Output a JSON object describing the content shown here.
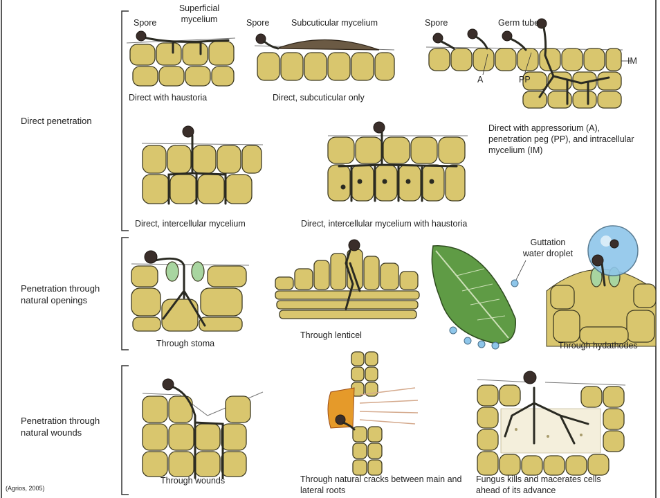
{
  "sections": {
    "direct": "Direct penetration",
    "openings": "Penetration through natural openings",
    "wounds": "Penetration through natural wounds"
  },
  "labels": {
    "spore1": "Spore",
    "superficial": "Superficial mycelium",
    "spore2": "Spore",
    "subcuticular": "Subcuticular mycelium",
    "spore3": "Spore",
    "germ_tube": "Germ tube",
    "a": "A",
    "pp": "PP",
    "im": "IM",
    "guttation": "Guttation water droplet"
  },
  "captions": {
    "haustoria": "Direct with haustoria",
    "subcuticular_only": "Direct, subcuticular only",
    "appressorium": "Direct with appressorium (A), penetration peg (PP), and intracellular mycelium (IM)",
    "intercellular": "Direct, intercellular mycelium",
    "intercellular_haustoria": "Direct, intercellular mycelium with haustoria",
    "stoma": "Through stoma",
    "lenticel": "Through lenticel",
    "hydathodes": "Through hydathodes",
    "wounds": "Through wounds",
    "cracks": "Through natural cracks between main and lateral roots",
    "macerates": "Fungus kills and macerates cells ahead of its advance"
  },
  "citation": "(Agrios, 2005)",
  "colors": {
    "cell_fill": "#d9c66e",
    "cell_stroke": "#3d3a22",
    "hyphae": "#2a2a22",
    "spore": "#3a2e2a",
    "stoma_guard": "#a8d5a0",
    "leaf": "#5f9b45",
    "droplet": "#8ec6ea"
  }
}
